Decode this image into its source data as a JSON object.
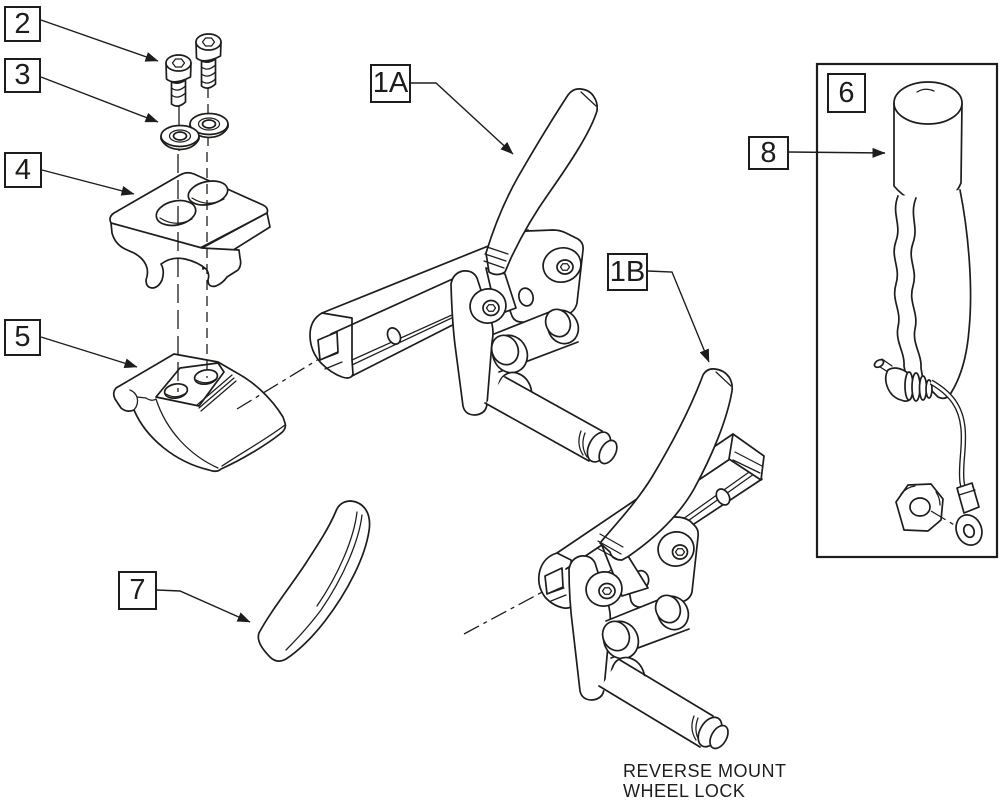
{
  "page": {
    "background": "#ffffff",
    "line_color": "#1d1d1b",
    "type": "exploded parts diagram"
  },
  "callouts": [
    {
      "label": "2"
    },
    {
      "label": "3"
    },
    {
      "label": "4"
    },
    {
      "label": "5"
    },
    {
      "label": "1A"
    },
    {
      "label": "1B"
    },
    {
      "label": "6"
    },
    {
      "label": "8"
    },
    {
      "label": "7"
    }
  ],
  "caption": {
    "line1": "REVERSE MOUNT",
    "line2": "WHEEL LOCK"
  }
}
